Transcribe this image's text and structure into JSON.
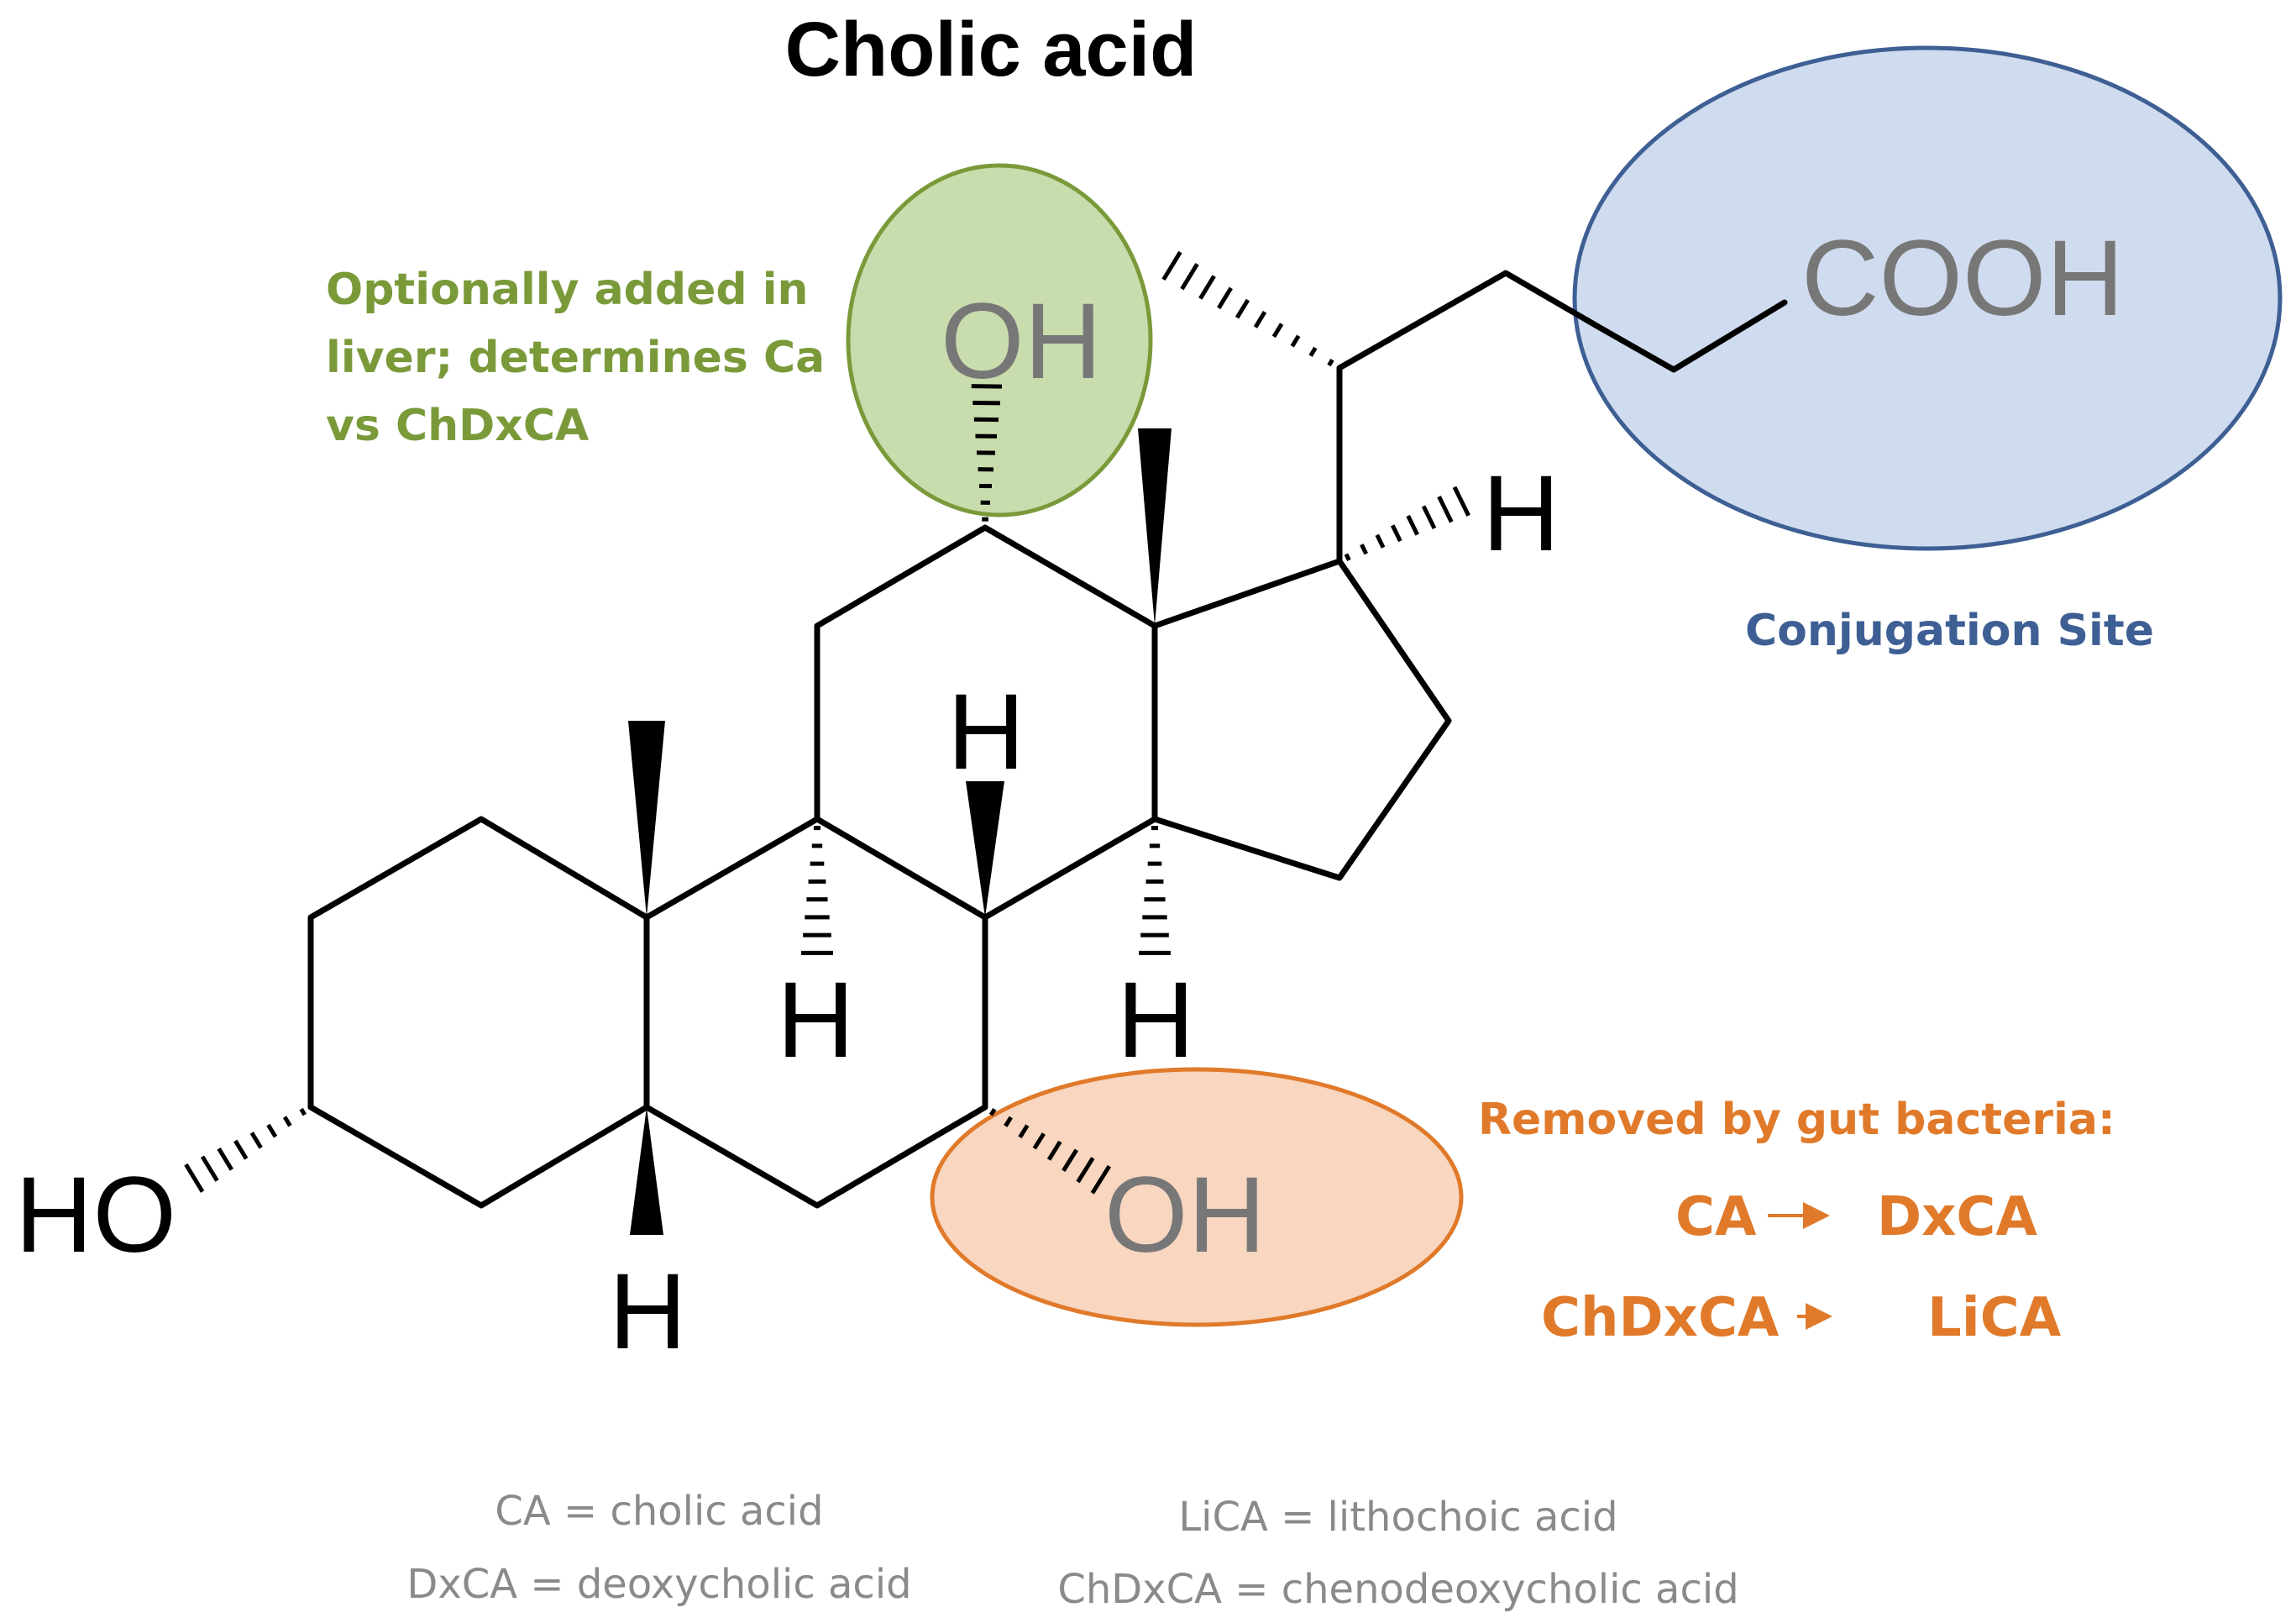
{
  "title": "Cholic acid",
  "atoms": {
    "oh_top": "OH",
    "cooh": "COOH",
    "h_c17": "H",
    "h_c8": "H",
    "h_c9": "H",
    "h_c14": "H",
    "h_c5": "H",
    "oh_c7": "OH",
    "ho_c3": "HO"
  },
  "annotations": {
    "green": {
      "lines": [
        "Optionally added in",
        "liver; determines Ca",
        "vs ChDxCA"
      ],
      "color": "#7a9a3a",
      "fill": "#c9dcad"
    },
    "blue": {
      "label": "Conjugation Site",
      "color": "#3e5f94",
      "fill": "#cfdbee"
    },
    "orange": {
      "heading": "Removed by gut bacteria:",
      "conversions": [
        {
          "from": "CA",
          "to": "DxCA"
        },
        {
          "from": "ChDxCA",
          "to": "LiCA"
        }
      ],
      "color": "#e07a2a",
      "fill": "#f8d6c0"
    }
  },
  "legend": {
    "left": [
      "CA = cholic acid",
      "DxCA = deoxycholic acid"
    ],
    "right": [
      "LiCA = lithochoic acid",
      "ChDxCA = chenodeoxycholic acid"
    ]
  }
}
